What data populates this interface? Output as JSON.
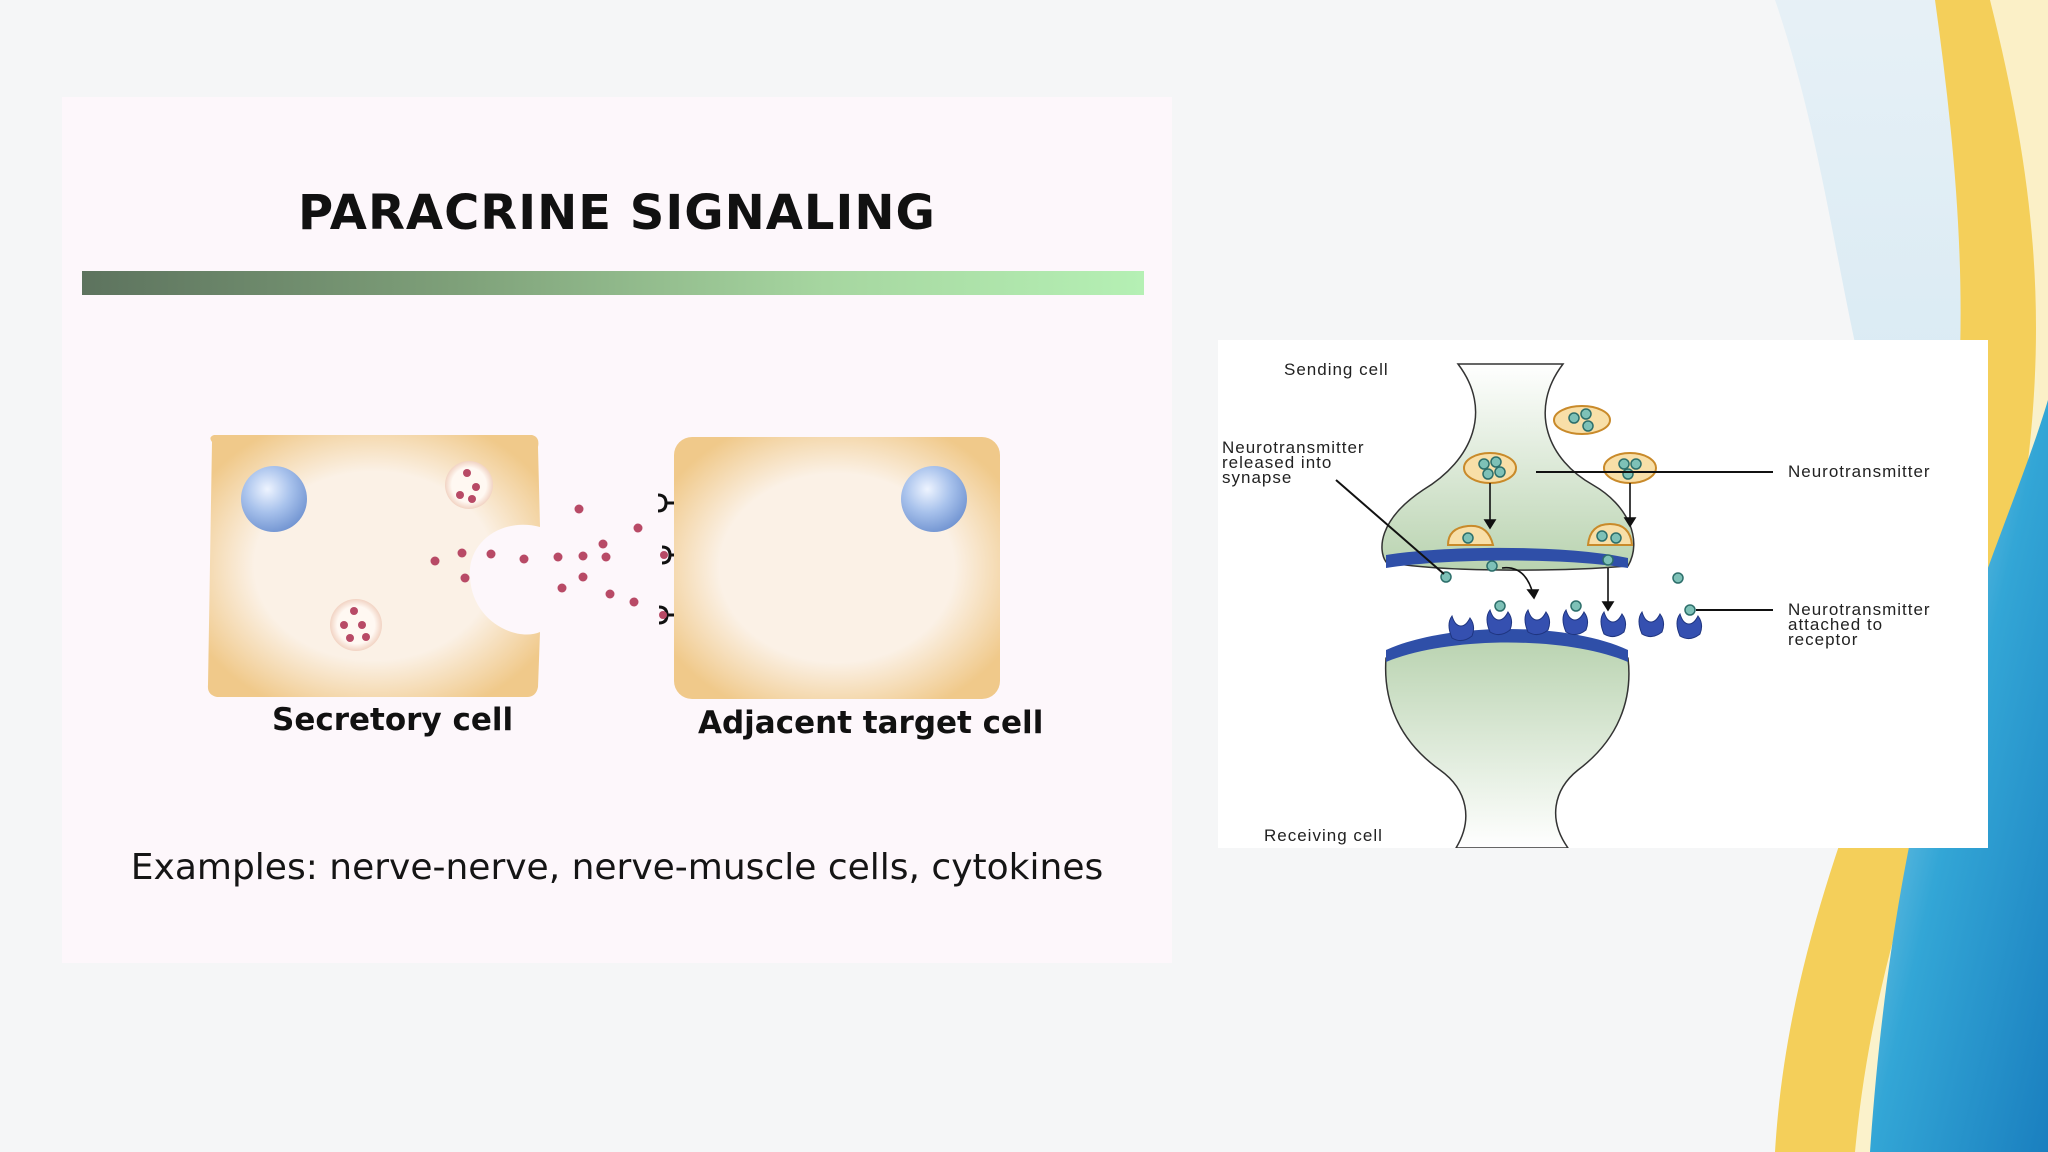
{
  "slide": {
    "title": "PARACRINE SIGNALING",
    "examples": "Examples: nerve-nerve, nerve-muscle cells, cytokines"
  },
  "paracrine_diagram": {
    "secretory_label": "Secretory cell",
    "target_label": "Adjacent target cell"
  },
  "synapse_diagram": {
    "sending_cell": "Sending cell",
    "released_label": [
      "Neurotransmitter",
      "released into",
      "synapse"
    ],
    "neurotransmitter": "Neurotransmitter",
    "attached_label": [
      "Neurotransmitter",
      "attached to",
      "receptor"
    ],
    "receiving_cell": "Receiving cell"
  },
  "colors": {
    "title_bar_start": "#5d735e",
    "title_bar_end": "#b5f0b4",
    "cell_fill": "#f6e4c4",
    "nucleus": "#8fb0e0",
    "vesicle_dot": "#b84a66",
    "synapse_green": "#c9dcc1",
    "membrane_blue": "#2f4fa8",
    "accent_yellow": "#f4cf5a",
    "accent_blue": "#1d8fc8"
  }
}
